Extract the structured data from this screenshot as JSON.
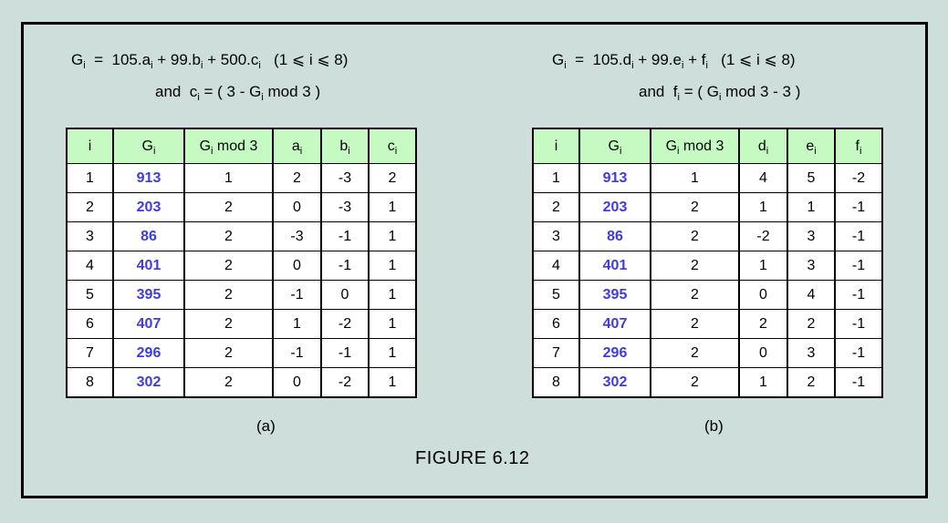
{
  "colors": {
    "background": "#CEDEDA",
    "table_header_green": "#C6FAC3",
    "g_value_blue": "#3C3CE6",
    "border_black": "#000000",
    "cell_white": "#FFFFFF"
  },
  "figure": {
    "caption": "FIGURE 6.12"
  },
  "panel_a": {
    "label": "(a)",
    "formula_line1": [
      {
        "t": "G"
      },
      {
        "t": "i",
        "sub": true
      },
      {
        "t": "  =  105.a"
      },
      {
        "t": "i",
        "sub": true
      },
      {
        "t": " + 99.b"
      },
      {
        "t": "i",
        "sub": true
      },
      {
        "t": " + 500.c"
      },
      {
        "t": "i",
        "sub": true
      },
      {
        "t": "   (1 ⩽ i ⩽ 8)"
      }
    ],
    "formula_line2": [
      {
        "t": "and  c"
      },
      {
        "t": "i",
        "sub": true
      },
      {
        "t": " = ( 3 - G"
      },
      {
        "t": "i",
        "sub": true
      },
      {
        "t": " mod 3 )"
      }
    ],
    "table": {
      "headers": [
        [
          {
            "t": "i"
          }
        ],
        [
          {
            "t": "G"
          },
          {
            "t": "i",
            "sub": true
          }
        ],
        [
          {
            "t": "G"
          },
          {
            "t": "i",
            "sub": true
          },
          {
            "t": " mod 3"
          }
        ],
        [
          {
            "t": "a"
          },
          {
            "t": "i",
            "sub": true
          }
        ],
        [
          {
            "t": "b"
          },
          {
            "t": "i",
            "sub": true
          }
        ],
        [
          {
            "t": "c"
          },
          {
            "t": "i",
            "sub": true
          }
        ]
      ],
      "rows": [
        [
          "1",
          "913",
          "1",
          "2",
          "-3",
          "2"
        ],
        [
          "2",
          "203",
          "2",
          "0",
          "-3",
          "1"
        ],
        [
          "3",
          "86",
          "2",
          "-3",
          "-1",
          "1"
        ],
        [
          "4",
          "401",
          "2",
          "0",
          "-1",
          "1"
        ],
        [
          "5",
          "395",
          "2",
          "-1",
          "0",
          "1"
        ],
        [
          "6",
          "407",
          "2",
          "1",
          "-2",
          "1"
        ],
        [
          "7",
          "296",
          "2",
          "-1",
          "-1",
          "1"
        ],
        [
          "8",
          "302",
          "2",
          "0",
          "-2",
          "1"
        ]
      ]
    }
  },
  "panel_b": {
    "label": "(b)",
    "formula_line1": [
      {
        "t": "G"
      },
      {
        "t": "i",
        "sub": true
      },
      {
        "t": "  =  105.d"
      },
      {
        "t": "i",
        "sub": true
      },
      {
        "t": " + 99.e"
      },
      {
        "t": "i",
        "sub": true
      },
      {
        "t": " + f"
      },
      {
        "t": "i",
        "sub": true
      },
      {
        "t": "   (1 ⩽ i ⩽ 8)"
      }
    ],
    "formula_line2": [
      {
        "t": "and  f"
      },
      {
        "t": "i",
        "sub": true
      },
      {
        "t": " = ( G"
      },
      {
        "t": "i",
        "sub": true
      },
      {
        "t": " mod 3 - 3 )"
      }
    ],
    "table": {
      "headers": [
        [
          {
            "t": "i"
          }
        ],
        [
          {
            "t": "G"
          },
          {
            "t": "i",
            "sub": true
          }
        ],
        [
          {
            "t": "G"
          },
          {
            "t": "i",
            "sub": true
          },
          {
            "t": " mod 3"
          }
        ],
        [
          {
            "t": "d"
          },
          {
            "t": "i",
            "sub": true
          }
        ],
        [
          {
            "t": "e"
          },
          {
            "t": "i",
            "sub": true
          }
        ],
        [
          {
            "t": "f"
          },
          {
            "t": "i",
            "sub": true
          }
        ]
      ],
      "rows": [
        [
          "1",
          "913",
          "1",
          "4",
          "5",
          "-2"
        ],
        [
          "2",
          "203",
          "2",
          "1",
          "1",
          "-1"
        ],
        [
          "3",
          "86",
          "2",
          "-2",
          "3",
          "-1"
        ],
        [
          "4",
          "401",
          "2",
          "1",
          "3",
          "-1"
        ],
        [
          "5",
          "395",
          "2",
          "0",
          "4",
          "-1"
        ],
        [
          "6",
          "407",
          "2",
          "2",
          "2",
          "-1"
        ],
        [
          "7",
          "296",
          "2",
          "0",
          "3",
          "-1"
        ],
        [
          "8",
          "302",
          "2",
          "1",
          "2",
          "-1"
        ]
      ]
    }
  }
}
